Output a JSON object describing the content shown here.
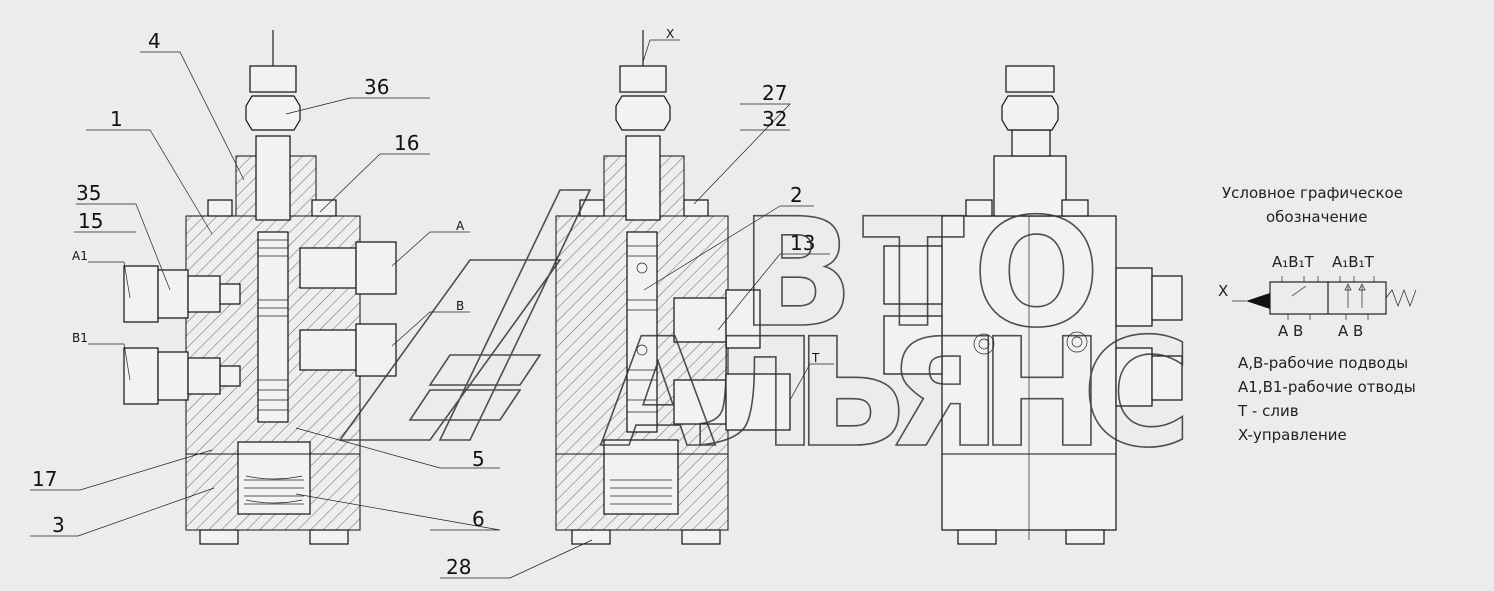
{
  "part_labels": [
    "4",
    "36",
    "1",
    "16",
    "35",
    "15",
    "A1",
    "B1",
    "A",
    "B",
    "17",
    "5",
    "3",
    "6",
    "X",
    "27",
    "32",
    "2",
    "13",
    "T",
    "28"
  ],
  "symbol": {
    "title_line1": "Условное графическое",
    "title_line2": "обозначение",
    "ports_top_left": "A₁B₁T",
    "ports_top_right": "A₁B₁T",
    "ports_bottom_left": "A B",
    "ports_bottom_right": "A B",
    "control": "X"
  },
  "legend": [
    "A,B-рабочие подводы",
    "A1,B1-рабочие отводы",
    "T - слив",
    "X-управление"
  ],
  "watermark": {
    "line1": "ВТО",
    "line2": "АЛЬЯНС"
  }
}
